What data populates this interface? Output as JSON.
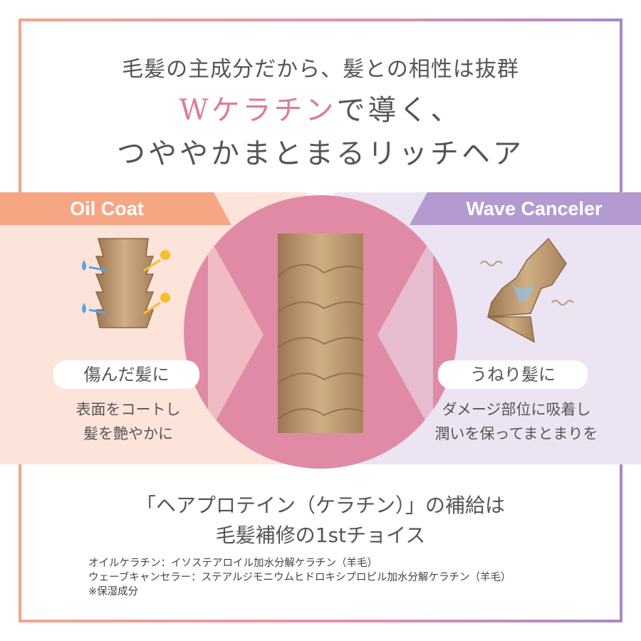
{
  "header": {
    "line1": "毛髪の主成分だから、髪との相性は抜群",
    "line2_highlight": "Wケラチン",
    "line2_rest": "で導く、",
    "line3": "つややかまとまるリッチヘア"
  },
  "left_panel": {
    "tag": "Oil Coat",
    "pill": "傷んだ髪に",
    "desc_line1": "表面をコートし",
    "desc_line2": "髪を艶やかに"
  },
  "right_panel": {
    "tag": "Wave Canceler",
    "pill": "うねり髪に",
    "desc_line1": "ダメージ部位に吸着し",
    "desc_line2": "潤いを保ってまとまりを"
  },
  "bottom": {
    "line1": "「ヘアプロテイン（ケラチン）」の補給は",
    "line2": "毛髪補修の1stチョイス"
  },
  "notes": [
    "オイルケラチン：イソステアロイル加水分解ケラチン（羊毛）",
    "ウェーブキャンセラー：ステアルジモニウムヒドロキシプロピル加水分解ケラチン（羊毛）",
    "※保湿成分"
  ],
  "colors": {
    "accent_pink": "#e07b95",
    "oil_coat": "#f7a684",
    "wave_canceler": "#b39bd1",
    "hair": "#b8956a"
  },
  "icons": {
    "water_drop": "water-drop-icon",
    "sparkle": "sparkle-icon",
    "wave": "wave-line-icon"
  }
}
